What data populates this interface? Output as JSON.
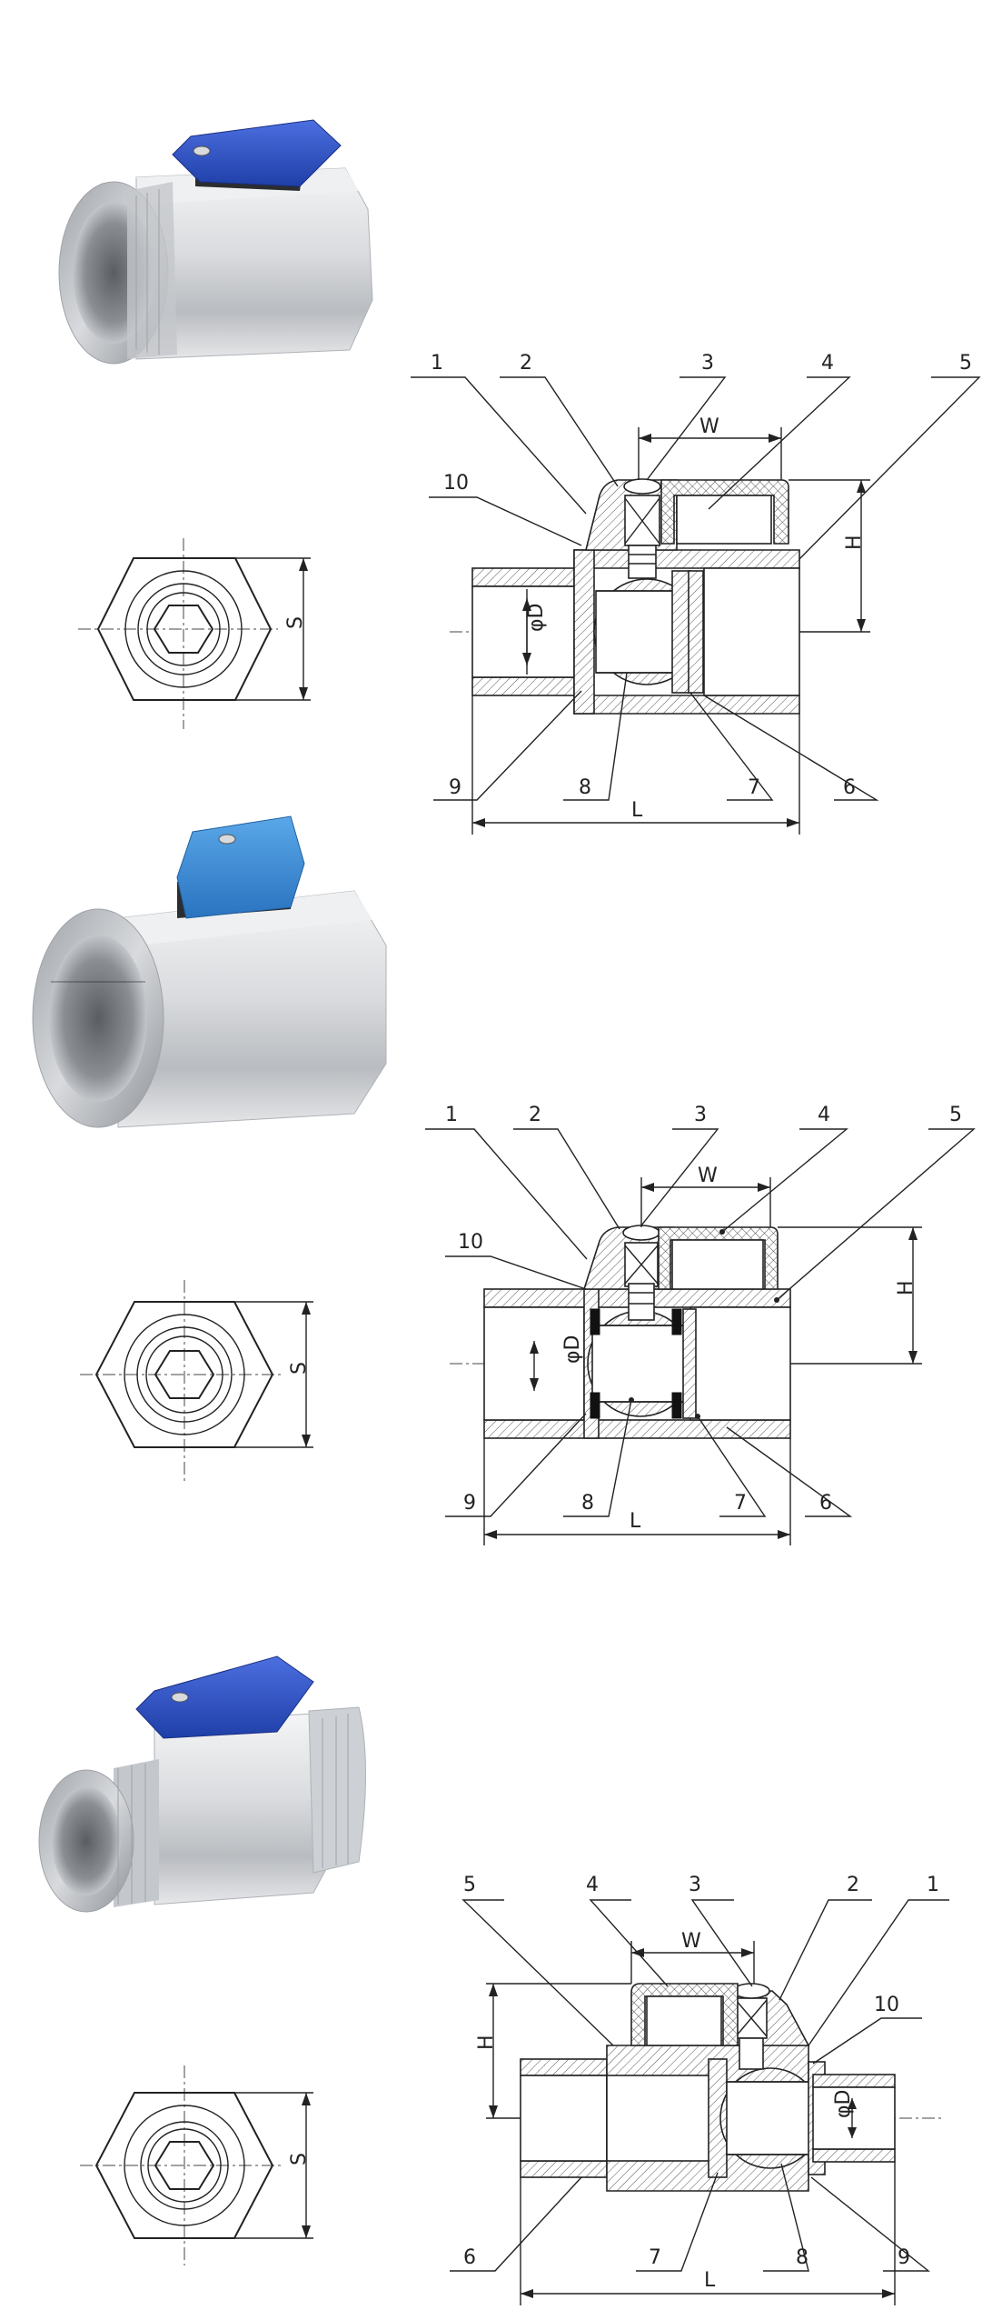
{
  "colors": {
    "handle_blue": "#2f55c9",
    "handle_light_blue": "#3f8fd6",
    "steel": "#c9ccd0",
    "line": "#222222"
  },
  "views": [
    {
      "photo": "valve-male-female-photo",
      "dims": {
        "s": "S",
        "w": "W",
        "h": "H",
        "d": "φD",
        "l": "L"
      },
      "parts": [
        "1",
        "2",
        "3",
        "4",
        "5",
        "6",
        "7",
        "8",
        "9",
        "10"
      ]
    },
    {
      "photo": "valve-female-female-photo",
      "dims": {
        "s": "S",
        "w": "W",
        "h": "H",
        "d": "φD",
        "l": "L"
      },
      "parts": [
        "1",
        "2",
        "3",
        "4",
        "5",
        "6",
        "7",
        "8",
        "9",
        "10"
      ]
    },
    {
      "photo": "valve-male-male-photo",
      "dims": {
        "s": "S",
        "w": "W",
        "h": "H",
        "d": "φD",
        "l": "L"
      },
      "parts": [
        "1",
        "2",
        "3",
        "4",
        "5",
        "6",
        "7",
        "8",
        "9",
        "10"
      ]
    }
  ]
}
